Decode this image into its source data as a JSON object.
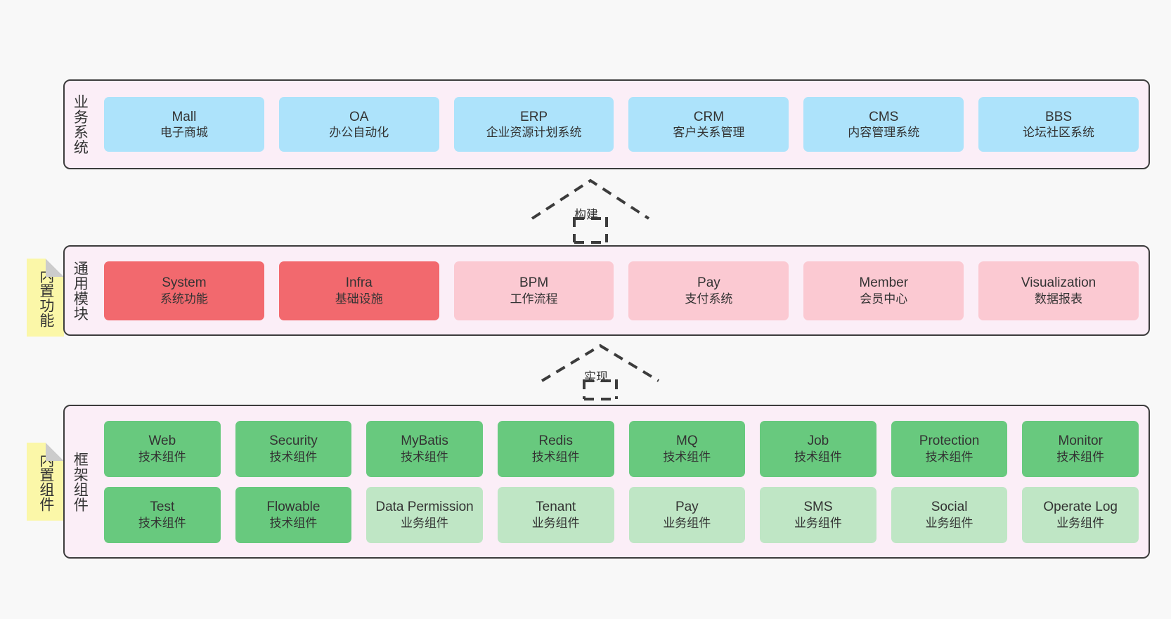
{
  "diagram": {
    "background": "#f8f8f8",
    "layers": [
      {
        "id": "business",
        "title": "业务系统",
        "note": null,
        "rows": [
          {
            "boxes": [
              {
                "name": "Mall",
                "sub": "电子商城",
                "color": "#ade3fb"
              },
              {
                "name": "OA",
                "sub": "办公自动化",
                "color": "#ade3fb"
              },
              {
                "name": "ERP",
                "sub": "企业资源计划系统",
                "color": "#ade3fb"
              },
              {
                "name": "CRM",
                "sub": "客户关系管理",
                "color": "#ade3fb"
              },
              {
                "name": "CMS",
                "sub": "内容管理系统",
                "color": "#ade3fb"
              },
              {
                "name": "BBS",
                "sub": "论坛社区系统",
                "color": "#ade3fb"
              }
            ]
          }
        ]
      },
      {
        "id": "common",
        "title": "通用模块",
        "note": "内置功能",
        "rows": [
          {
            "boxes": [
              {
                "name": "System",
                "sub": "系统功能",
                "color": "#f2696e"
              },
              {
                "name": "Infra",
                "sub": "基础设施",
                "color": "#f2696e"
              },
              {
                "name": "BPM",
                "sub": "工作流程",
                "color": "#fbc9d2"
              },
              {
                "name": "Pay",
                "sub": "支付系统",
                "color": "#fbc9d2"
              },
              {
                "name": "Member",
                "sub": "会员中心",
                "color": "#fbc9d2"
              },
              {
                "name": "Visualization",
                "sub": "数据报表",
                "color": "#fbc9d2"
              }
            ]
          }
        ]
      },
      {
        "id": "frame",
        "title": "框架组件",
        "note": "内置组件",
        "rows": [
          {
            "boxes": [
              {
                "name": "Web",
                "sub": "技术组件",
                "color": "#68c97e"
              },
              {
                "name": "Security",
                "sub": "技术组件",
                "color": "#68c97e"
              },
              {
                "name": "MyBatis",
                "sub": "技术组件",
                "color": "#68c97e"
              },
              {
                "name": "Redis",
                "sub": "技术组件",
                "color": "#68c97e"
              },
              {
                "name": "MQ",
                "sub": "技术组件",
                "color": "#68c97e"
              },
              {
                "name": "Job",
                "sub": "技术组件",
                "color": "#68c97e"
              },
              {
                "name": "Protection",
                "sub": "技术组件",
                "color": "#68c97e"
              },
              {
                "name": "Monitor",
                "sub": "技术组件",
                "color": "#68c97e"
              }
            ]
          },
          {
            "boxes": [
              {
                "name": "Test",
                "sub": "技术组件",
                "color": "#68c97e"
              },
              {
                "name": "Flowable",
                "sub": "技术组件",
                "color": "#68c97e"
              },
              {
                "name": "Data Permission",
                "sub": "业务组件",
                "color": "#bfe6c5"
              },
              {
                "name": "Tenant",
                "sub": "业务组件",
                "color": "#bfe6c5"
              },
              {
                "name": "Pay",
                "sub": "业务组件",
                "color": "#bfe6c5"
              },
              {
                "name": "SMS",
                "sub": "业务组件",
                "color": "#bfe6c5"
              },
              {
                "name": "Social",
                "sub": "业务组件",
                "color": "#bfe6c5"
              },
              {
                "name": "Operate Log",
                "sub": "业务组件",
                "color": "#bfe6c5"
              }
            ]
          }
        ]
      }
    ],
    "connectors": [
      {
        "id": "build",
        "label": "构建",
        "style": "dashed-generalization-up"
      },
      {
        "id": "impl",
        "label": "实现",
        "style": "dashed-generalization-up"
      }
    ]
  }
}
